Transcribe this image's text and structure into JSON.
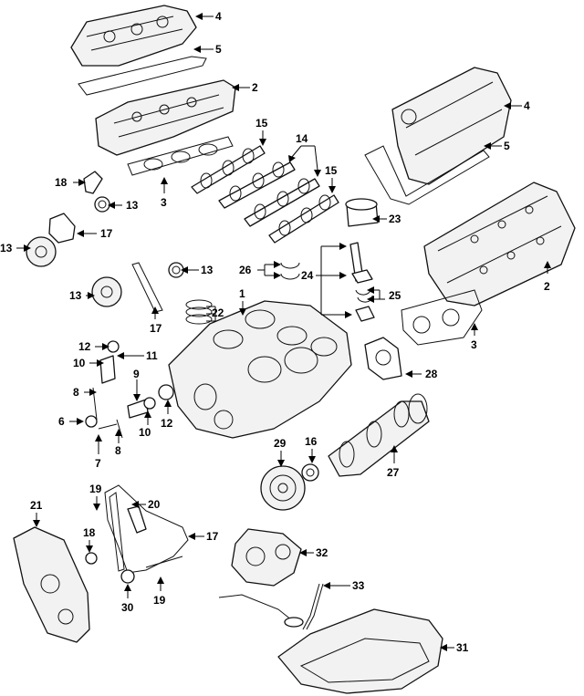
{
  "diagram": {
    "callouts": [
      {
        "id": "c4a",
        "label": "4"
      },
      {
        "id": "c5a",
        "label": "5"
      },
      {
        "id": "c2a",
        "label": "2"
      },
      {
        "id": "c15a",
        "label": "15"
      },
      {
        "id": "c14",
        "label": "14"
      },
      {
        "id": "c15b",
        "label": "15"
      },
      {
        "id": "c4b",
        "label": "4"
      },
      {
        "id": "c5b",
        "label": "5"
      },
      {
        "id": "c18a",
        "label": "18"
      },
      {
        "id": "c13a",
        "label": "13"
      },
      {
        "id": "c3a",
        "label": "3"
      },
      {
        "id": "c23",
        "label": "23"
      },
      {
        "id": "c13b",
        "label": "13"
      },
      {
        "id": "c17a",
        "label": "17"
      },
      {
        "id": "c26",
        "label": "26"
      },
      {
        "id": "c24",
        "label": "24"
      },
      {
        "id": "c13c",
        "label": "13"
      },
      {
        "id": "c2b",
        "label": "2"
      },
      {
        "id": "c13d",
        "label": "13"
      },
      {
        "id": "c1",
        "label": "1"
      },
      {
        "id": "c25",
        "label": "25"
      },
      {
        "id": "c22",
        "label": "22"
      },
      {
        "id": "c17b",
        "label": "17"
      },
      {
        "id": "c3b",
        "label": "3"
      },
      {
        "id": "c12a",
        "label": "12"
      },
      {
        "id": "c11",
        "label": "11"
      },
      {
        "id": "c10a",
        "label": "10"
      },
      {
        "id": "c9",
        "label": "9"
      },
      {
        "id": "c28",
        "label": "28"
      },
      {
        "id": "c8a",
        "label": "8"
      },
      {
        "id": "c6",
        "label": "6"
      },
      {
        "id": "c10b",
        "label": "10"
      },
      {
        "id": "c12b",
        "label": "12"
      },
      {
        "id": "c8b",
        "label": "8"
      },
      {
        "id": "c7",
        "label": "7"
      },
      {
        "id": "c29",
        "label": "29"
      },
      {
        "id": "c16",
        "label": "16"
      },
      {
        "id": "c27",
        "label": "27"
      },
      {
        "id": "c21",
        "label": "21"
      },
      {
        "id": "c19a",
        "label": "19"
      },
      {
        "id": "c20",
        "label": "20"
      },
      {
        "id": "c17c",
        "label": "17"
      },
      {
        "id": "c18b",
        "label": "18"
      },
      {
        "id": "c32",
        "label": "32"
      },
      {
        "id": "c33",
        "label": "33"
      },
      {
        "id": "c30",
        "label": "30"
      },
      {
        "id": "c19b",
        "label": "19"
      },
      {
        "id": "c31",
        "label": "31"
      }
    ]
  }
}
